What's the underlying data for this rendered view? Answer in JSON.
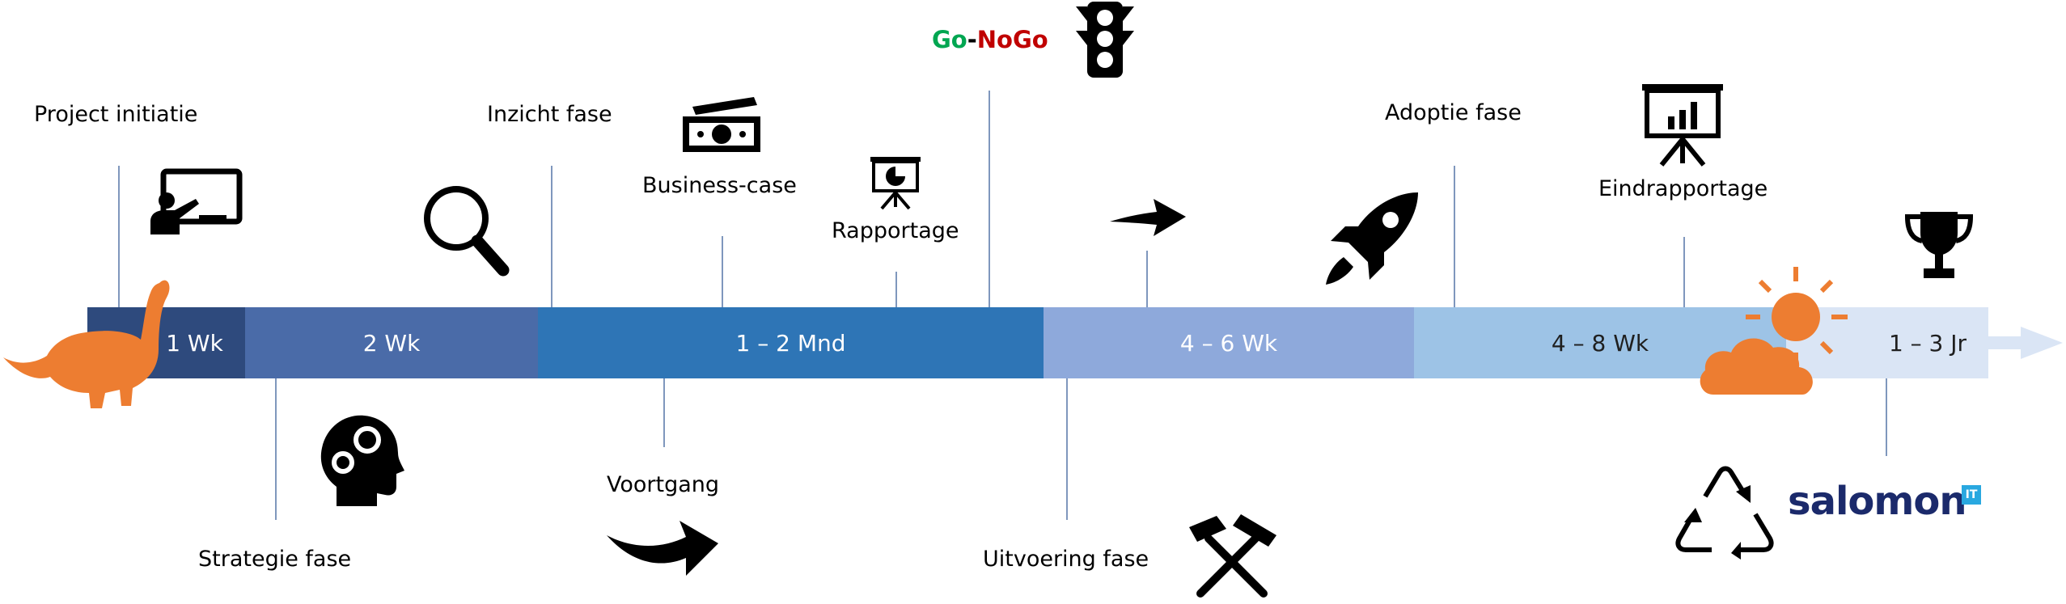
{
  "timeline": {
    "segments": [
      {
        "label": "1 Wk",
        "color": "#2e4a7d"
      },
      {
        "label": "2 Wk",
        "color": "#4a6ba8"
      },
      {
        "label": "1 – 2 Mnd",
        "color": "#2e75b6"
      },
      {
        "label": "4 – 6 Wk",
        "color": "#8ea9db"
      },
      {
        "label": "4 – 8 Wk",
        "color": "#9dc3e6"
      },
      {
        "label": "1 – 3 Jr",
        "color": "#dae5f5"
      }
    ],
    "arrow_color": "#dae5f5"
  },
  "labels": {
    "project_initiatie": "Project initiatie",
    "inzicht_fase": "Inzicht fase",
    "business_case": "Business-case",
    "rapportage": "Rapportage",
    "adoptie_fase": "Adoptie fase",
    "eindrapportage": "Eindrapportage",
    "strategie_fase": "Strategie fase",
    "voortgang": "Voortgang",
    "uitvoering_fase": "Uitvoering fase"
  },
  "gonogo": {
    "go": "Go",
    "dash": "-",
    "nogo": "NoGo",
    "go_color": "#00a651",
    "nogo_color": "#c00000"
  },
  "logo": {
    "text": "salomon",
    "badge": "IT"
  },
  "colors": {
    "accent_orange": "#ed7d31",
    "tick": "#7f97bd",
    "icon": "#000000"
  }
}
